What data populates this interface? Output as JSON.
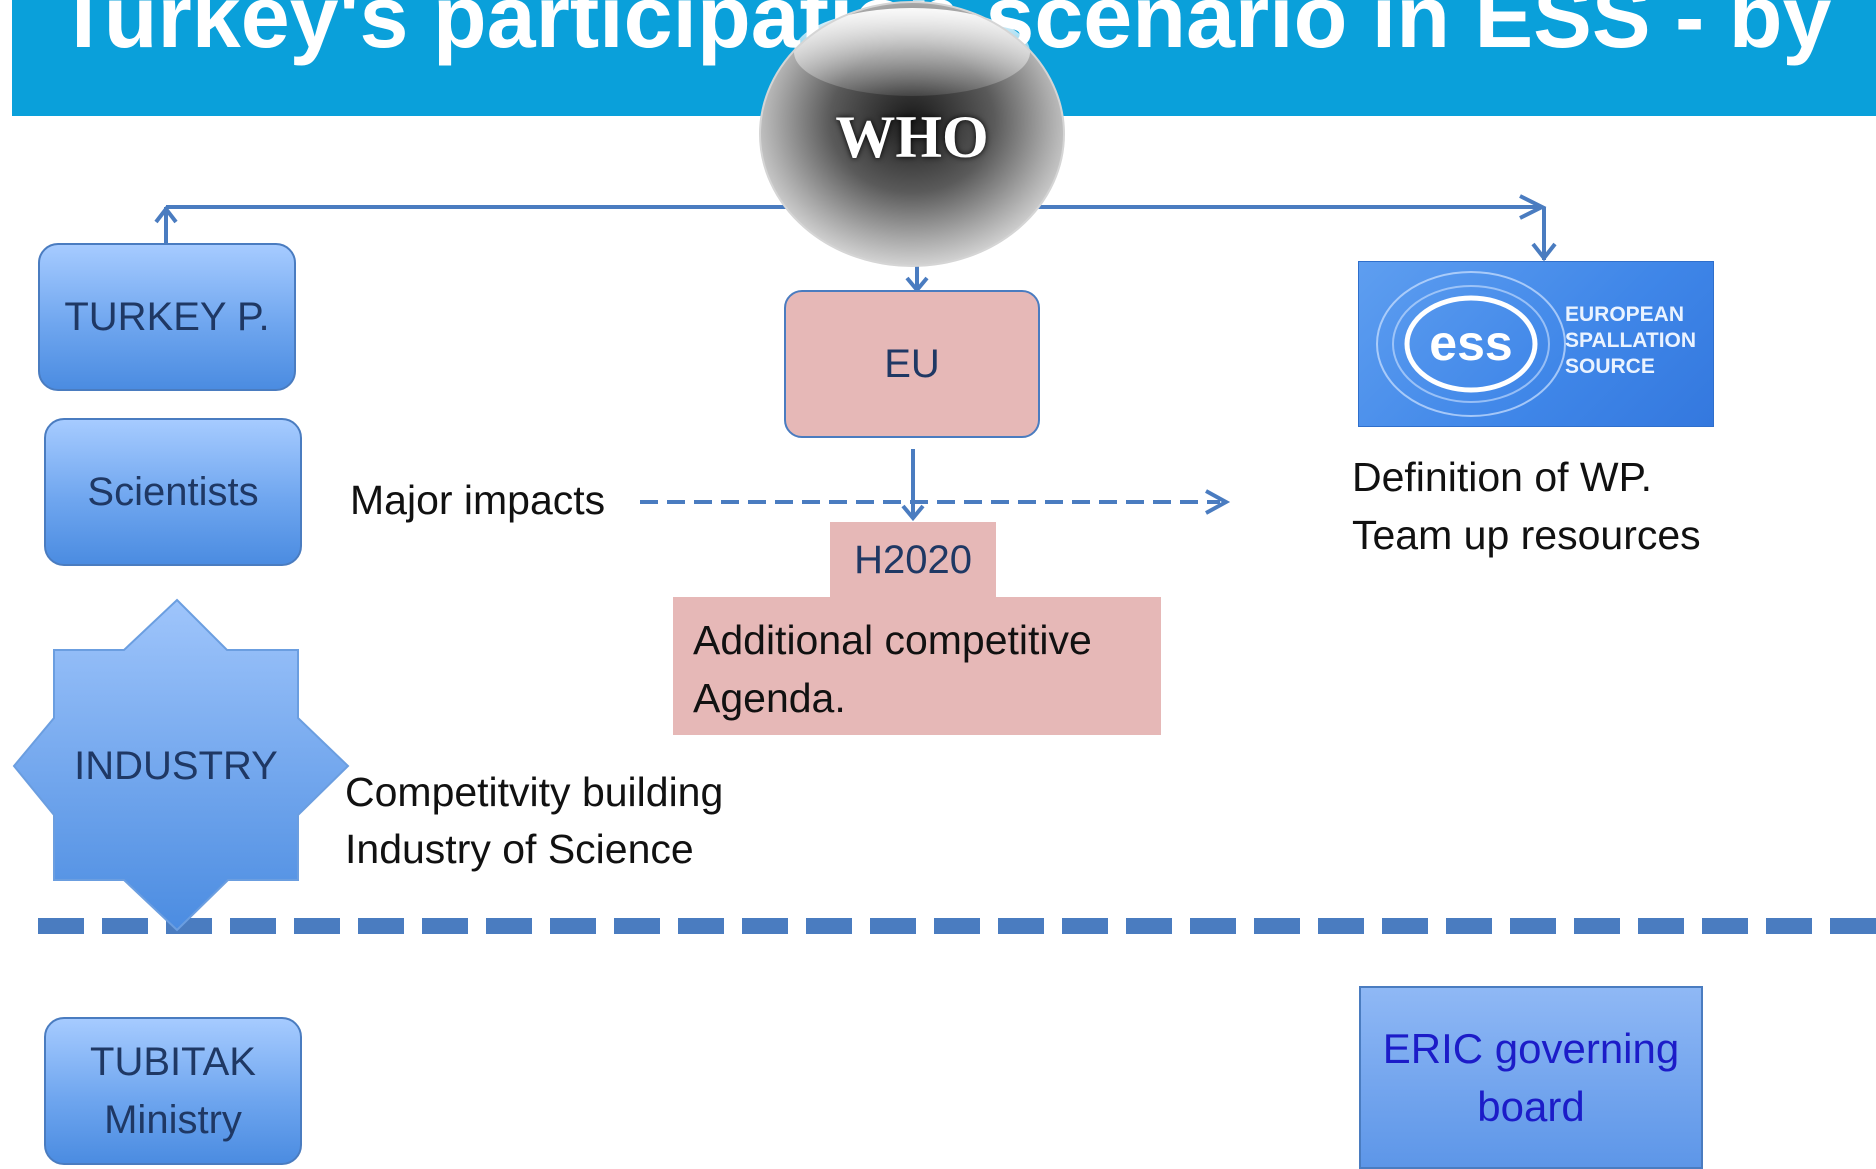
{
  "banner": {
    "title": "Turkey's participation scenario in ESS - by"
  },
  "center": {
    "who": "WHO"
  },
  "nodes": {
    "turkey": "TURKEY P.",
    "scientists": "Scientists",
    "industry": "INDUSTRY",
    "eu": "EU",
    "h2020": "H2020",
    "agenda_line1": "Additional competitive",
    "agenda_line2": "Agenda.",
    "tubitak_line1": "TUBITAK",
    "tubitak_line2": "Ministry",
    "eric_line1": "ERIC governing",
    "eric_line2": "board"
  },
  "labels": {
    "major_impacts": "Major impacts",
    "competitivity": "Competitvity building",
    "industry_of_science": "Industry of Science",
    "definition_wp": "Definition of WP.",
    "team_up": "Team up resources"
  },
  "ess_logo": {
    "mark": "ess",
    "line1": "EUROPEAN",
    "line2": "SPALLATION",
    "line3": "SOURCE"
  },
  "colors": {
    "banner": "#0aa0da",
    "connector": "#4a7cc0",
    "box_blue": "#6fa6ef",
    "box_pink": "#e6b8b7",
    "eric_text": "#1c1cc8"
  }
}
